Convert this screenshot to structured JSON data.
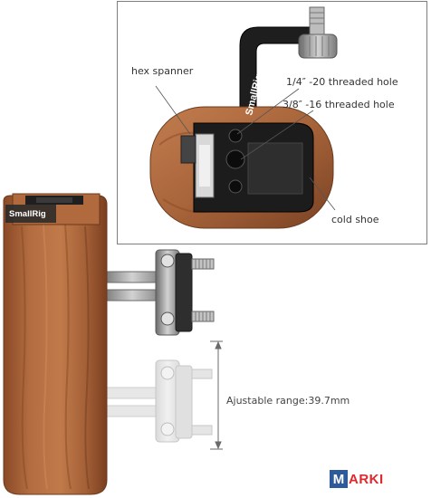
{
  "labels": {
    "hex_spanner": "hex spanner",
    "threaded_hole_quarter": "1/4″ -20 threaded hole",
    "threaded_hole_three_eighths": "3/8″ -16 threaded hole",
    "cold_shoe": "cold shoe",
    "adjustable_range": "Ajustable range:39.7mm"
  },
  "brand_on_handle": "SmallRig",
  "brand_on_arm": "SmallRig",
  "watermark": {
    "m": "M",
    "rest": "ARKI",
    "box_color": "#2d5a9a",
    "text_color": "#e0282d"
  },
  "colors": {
    "wood": "#a8643a",
    "wood_dark": "#7a4224",
    "metal_dark": "#2a2a2a",
    "metal_light": "#b8b8b8",
    "leader_line": "#555555"
  },
  "icons": [
    "screw-icon",
    "clamp-knob-icon",
    "cold-shoe-icon"
  ]
}
